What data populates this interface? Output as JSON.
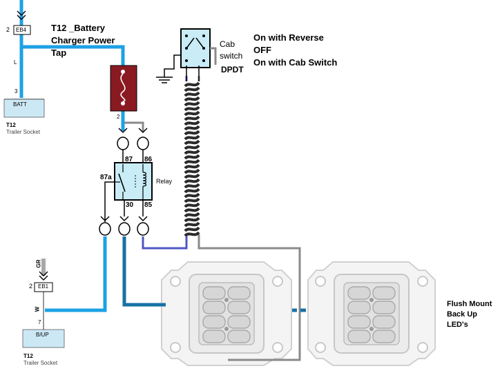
{
  "colors": {
    "blue_wire": "#1da1e6",
    "dark_blue_wire": "#1772a6",
    "purple_wire": "#5056c4",
    "gray_wire": "#8a8a8a",
    "batt_fill": "#cde8f5",
    "fuse_fill": "#8a1a22",
    "relay_fill": "#c9ecf7",
    "switch_fill": "#c9ecf7"
  },
  "connectors": {
    "eb4": {
      "label": "EB4",
      "pin": "2",
      "wire": "L"
    },
    "eb1": {
      "label": "EB1",
      "pin": "2",
      "wire": "W",
      "source": "GR"
    }
  },
  "battery_tap": {
    "lines": [
      "T12 _Battery",
      "Charger Power",
      "Tap"
    ]
  },
  "batt_box": {
    "label": "BATT",
    "pin": "3",
    "socket_title": "T12",
    "socket_sub": "Trailer Socket"
  },
  "bup_box": {
    "label": "B/UP",
    "pin": "7",
    "socket_title": "T12",
    "socket_sub": "Trailer Socket"
  },
  "fuse": {
    "pin": "2"
  },
  "relay": {
    "label": "Relay",
    "pins": {
      "p87": "87",
      "p86": "86",
      "p87a": "87a",
      "p30": "30",
      "p85": "85"
    }
  },
  "cab_switch": {
    "label_line1": "Cab",
    "label_line2": "switch",
    "type": "DPDT"
  },
  "switch_modes": [
    "On with Reverse",
    "OFF",
    "On with Cab Switch"
  ],
  "lights": {
    "lines": [
      "Flush Mount",
      "Back Up",
      "LED's"
    ]
  }
}
